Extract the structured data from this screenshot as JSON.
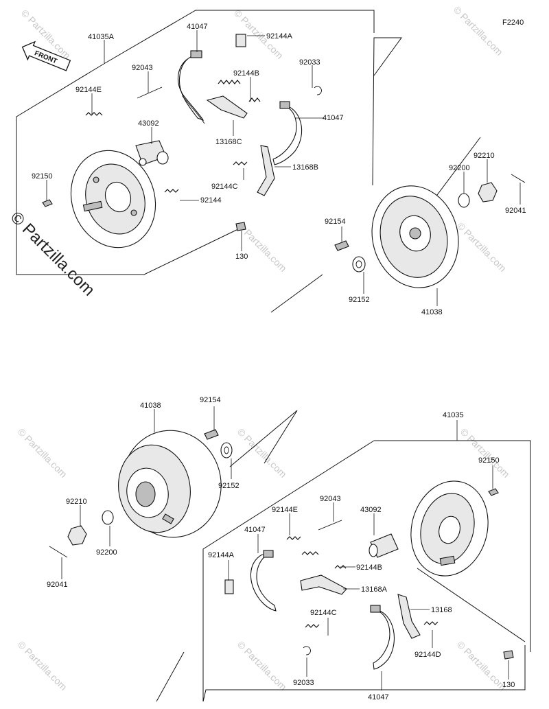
{
  "figure_code": "F2240",
  "front_label": "FRONT",
  "watermark_text": "© Partzilla.com",
  "top_assembly": {
    "labels": {
      "backing_plate": "41035A",
      "shoe_upper": "41047",
      "shoe_lower": "41047",
      "pin": "92043",
      "clip_upper": "92144A",
      "spring_b": "92144B",
      "circlip": "92033",
      "spring_e": "92144E",
      "wheel_cyl": "43092",
      "lever": "13168C",
      "lever_b": "13168B",
      "spring_c": "92144C",
      "spring": "92144",
      "bolt": "92150",
      "screw": "130",
      "bolt_drum": "92154",
      "washer_drum": "92152",
      "drum": "41038",
      "washer": "92200",
      "nut": "92210",
      "cotter": "92041"
    }
  },
  "bottom_assembly": {
    "labels": {
      "drum": "41038",
      "bolt_drum": "92154",
      "washer_drum": "92152",
      "nut": "92210",
      "washer": "92200",
      "cotter": "92041",
      "backing_plate": "41035",
      "bolt": "92150",
      "pin": "92043",
      "spring_e": "92144E",
      "wheel_cyl": "43092",
      "shoe_upper": "41047",
      "clip": "92144A",
      "spring_b": "92144B",
      "lever_a": "13168A",
      "lever": "13168",
      "spring_c": "92144C",
      "spring_d": "92144D",
      "circlip": "92033",
      "shoe_lower": "41047",
      "screw": "130"
    }
  }
}
